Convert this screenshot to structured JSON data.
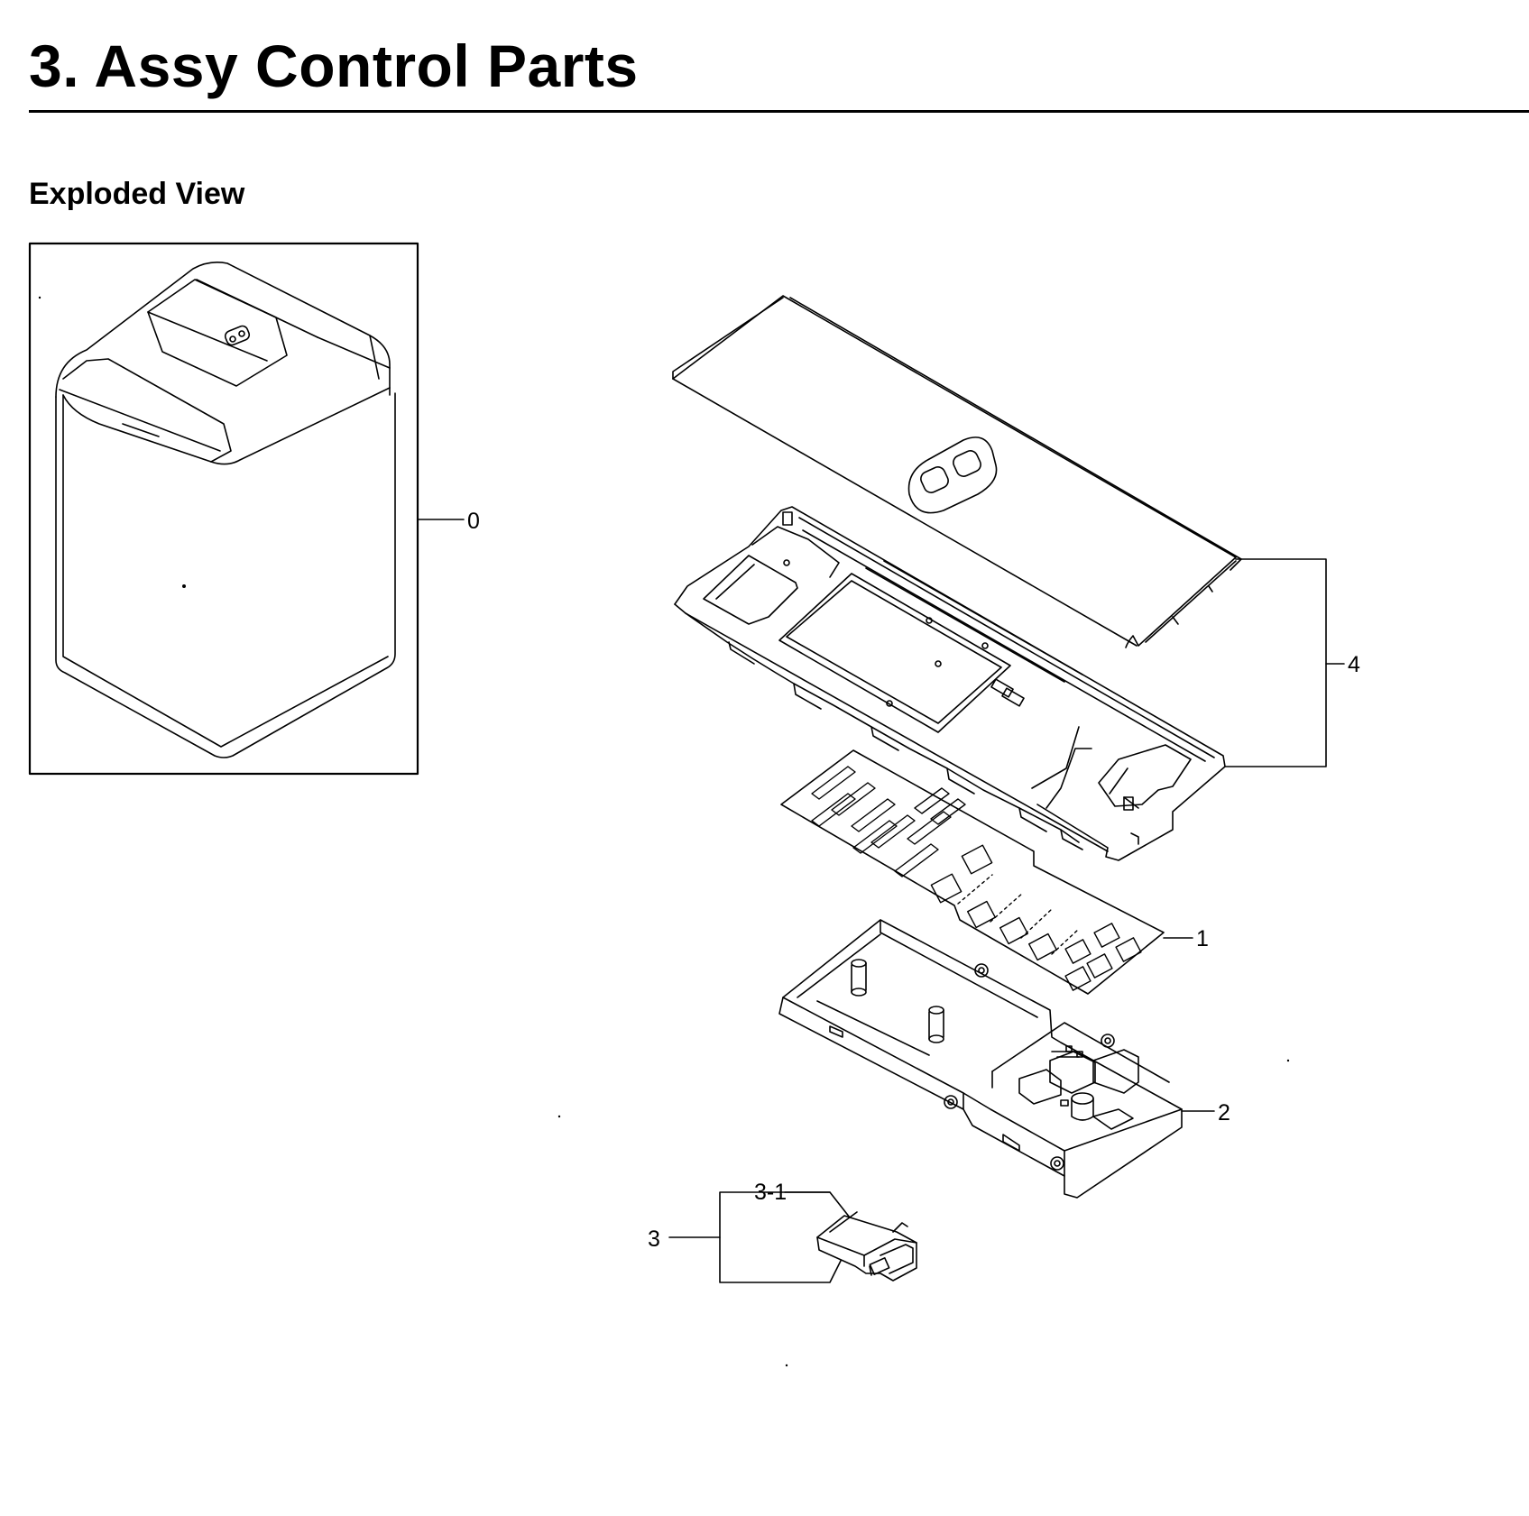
{
  "header": {
    "title": "3.  Assy Control Parts",
    "section": "Exploded View"
  },
  "callouts": {
    "part_0": "0",
    "part_1": "1",
    "part_2": "2",
    "part_3": "3",
    "part_3_1": "3-1",
    "part_4": "4"
  },
  "colors": {
    "line": "#000000",
    "background": "#ffffff"
  }
}
